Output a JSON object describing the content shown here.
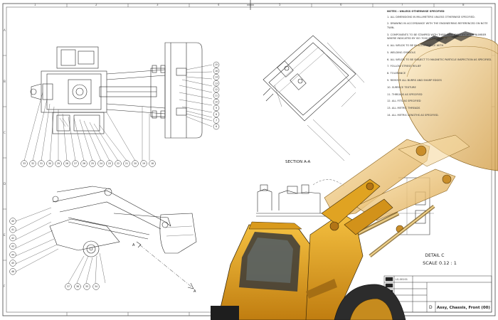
{
  "notes": {
    "heading": "NOTES : UNLESS OTHERWISE SPECIFIED",
    "items": [
      "1. ALL DIMENSIONS IN MILLIMETERS UNLESS OTHERWISE SPECIFIED.",
      "2. DRAWING IN ACCORDANCE WITH THE ENGINEERING REFERENCED ON NOTE TWIN.",
      "3. COMPONENTS TO BE STAMPED WITH THEIR PART IDENTIFICATION NUMBER WHERE INDICATED BY ISO 7000 SYMBOL NO. 2.",
      "4. ALL WELDS TO BE IN ACCORDANCE WITH",
      "5. WELDING SYMBOLS",
      "6. ALL WELDS TO BE SUBJECT TO MAGNETIC PARTICLE INSPECTION AS SPECIFIED.",
      "7. FOLLOW STRESS RELIEF",
      "8. TOLERANCE",
      "9. REMOVE ALL BURRS AND SHARP EDGES",
      "10. SURFACE TEXTURE",
      "11. THREADS AS SPECIFIED",
      "12. ALL FITS AS SPECIFIED",
      "13. ALL METRIC THREADS",
      "14. ALL METRIC LENGTHS AS SPECIFIED."
    ]
  },
  "section_label": "SECTION A-A",
  "detail_label": "DETAIL C",
  "detail_scale": "SCALE 0.12 : 1",
  "section_marker": "A",
  "title_block": {
    "title": "Assy, Chassis, Front (00)",
    "sheet_id": "D",
    "part_number": "LS-00101"
  },
  "zones_top": [
    "1",
    "2",
    "3",
    "4",
    "5",
    "6",
    "7",
    "8"
  ],
  "zones_left": [
    "A",
    "B",
    "C",
    "D",
    "E",
    "F"
  ],
  "colors": {
    "line": "#2b2b2b",
    "border": "#333333",
    "render_body": "#e8a520",
    "render_ghost": "#f0c97a",
    "render_dark": "#7a5a18"
  },
  "balloons_top": [
    "15",
    "16",
    "14",
    "13",
    "12",
    "11",
    "10",
    "9",
    "8",
    "7",
    "6"
  ],
  "balloons_bottom": [
    "33",
    "32",
    "31",
    "30",
    "29",
    "28",
    "27",
    "26",
    "25",
    "24",
    "23",
    "22",
    "21",
    "20",
    "19",
    "18"
  ],
  "balloons_side": [
    "40",
    "41",
    "42",
    "43",
    "44",
    "45",
    "46"
  ],
  "balloons_small": [
    "37",
    "36",
    "35",
    "34"
  ]
}
